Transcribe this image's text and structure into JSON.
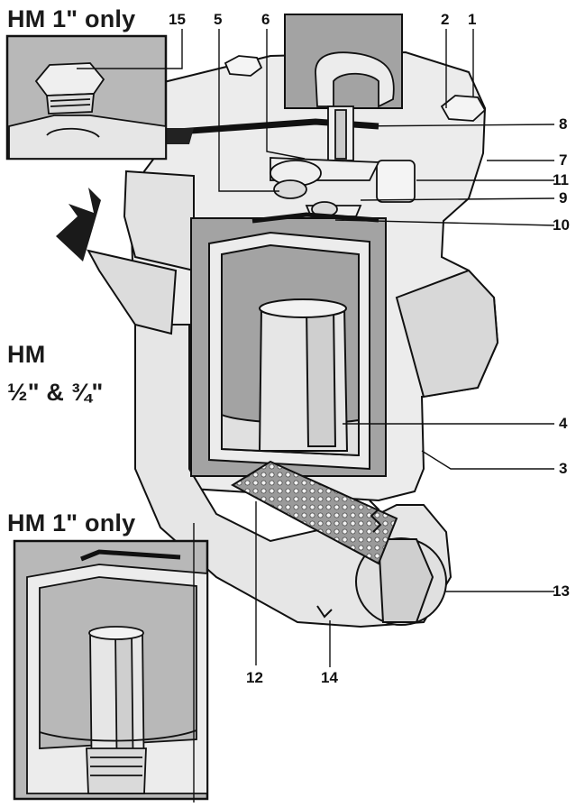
{
  "headings": {
    "top": "HM 1\" only",
    "middle_line1": "HM",
    "middle_line2": "½\" & ¾\"",
    "bottom": "HM 1\" only"
  },
  "callouts": [
    "15",
    "5",
    "6",
    "2",
    "1",
    "8",
    "7",
    "11",
    "9",
    "10",
    "4",
    "3",
    "13",
    "12",
    "14"
  ],
  "colors": {
    "line": "#111111",
    "body_fill": "#ececec",
    "cutaway_fill": "#a3a3a3",
    "inset_fill": "#b8b8b8",
    "screen_fill": "#9a9a9a"
  }
}
